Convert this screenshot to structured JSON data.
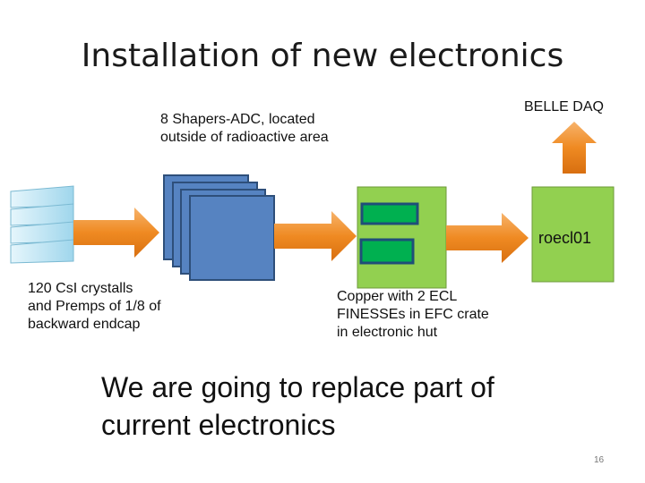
{
  "title": "Installation of new electronics",
  "labels": {
    "shapers": [
      "8 Shapers-ADC, located",
      "outside of radioactive area"
    ],
    "belle": "BELLE DAQ",
    "crystals": [
      "120 CsI crystalls",
      "and Premps of 1/8 of",
      "backward endcap"
    ],
    "copper": [
      "Copper with 2 ECL",
      "FINESSEs in EFC crate",
      "in electronic hut"
    ],
    "roecl": "roecl01",
    "statement": [
      "We are going to replace part of",
      "current electronics"
    ],
    "page": "16"
  },
  "colors": {
    "arrow": "#f08a24",
    "shaper_fill": "#5683c1",
    "green": "#92d050",
    "finesse": "#00b050",
    "crystal": "#b8e4f4"
  }
}
